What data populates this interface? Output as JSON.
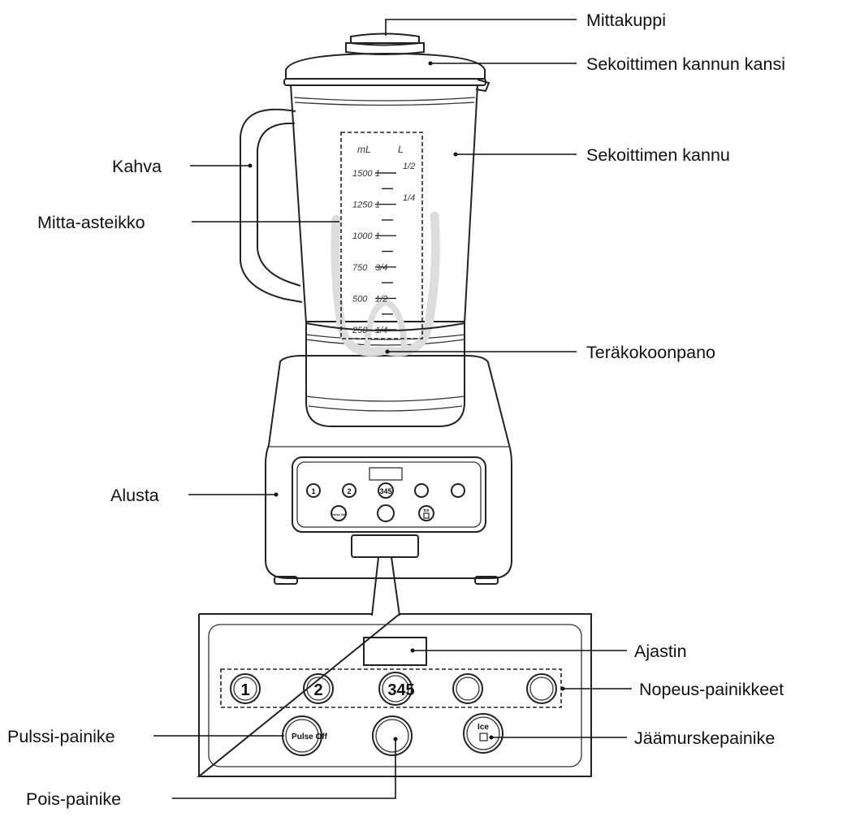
{
  "labels": {
    "measuring_cup": "Mittakuppi",
    "jar_lid": "Sekoittimen kannun kansi",
    "jar": "Sekoittimen kannu",
    "handle": "Kahva",
    "measurement_scale": "Mitta-asteikko",
    "blade_assembly": "Teräkokoonpano",
    "base": "Alusta",
    "timer": "Ajastin",
    "speed_buttons": "Nopeus-painikkeet",
    "pulse_button": "Pulssi-painike",
    "ice_crush_button": "Jäämurskepainike",
    "off_button": "Pois-painike"
  },
  "jar_scale": {
    "header_ml": "mL",
    "header_l": "L",
    "ml_marks": [
      "1500",
      "1250",
      "1000",
      "750",
      "500",
      "250"
    ],
    "l_marks": [
      "1",
      "1",
      "1",
      "3/4",
      "1/2",
      "1/4"
    ],
    "side_marks": [
      "1/2",
      "1/4"
    ]
  },
  "control_panel": {
    "speed_1": "1",
    "speed_2": "2",
    "speed_345": "345",
    "pulse_off": "Pulse Off",
    "ice": "Ice"
  },
  "colors": {
    "line": "#222222",
    "water": "#dddddd"
  }
}
